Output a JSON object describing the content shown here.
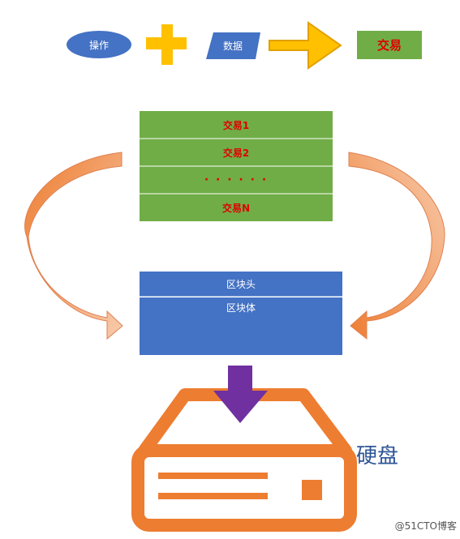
{
  "legend": {
    "operation_label": "操作",
    "data_label": "数据",
    "transaction_label": "交易"
  },
  "transactions": {
    "rows": [
      "交易1",
      "交易2",
      "· · · · · ·",
      "交易N"
    ]
  },
  "block": {
    "header_label": "区块头",
    "body_label": "区块体"
  },
  "disk": {
    "label": "硬盘"
  },
  "watermark": "@51CTO博客",
  "colors": {
    "blue": "#4472c4",
    "green": "#70ad47",
    "yellow": "#ffc000",
    "red_text": "#e00000",
    "orange": "#ed7d31",
    "orange_light": "#f4b183",
    "purple": "#7030a0"
  }
}
